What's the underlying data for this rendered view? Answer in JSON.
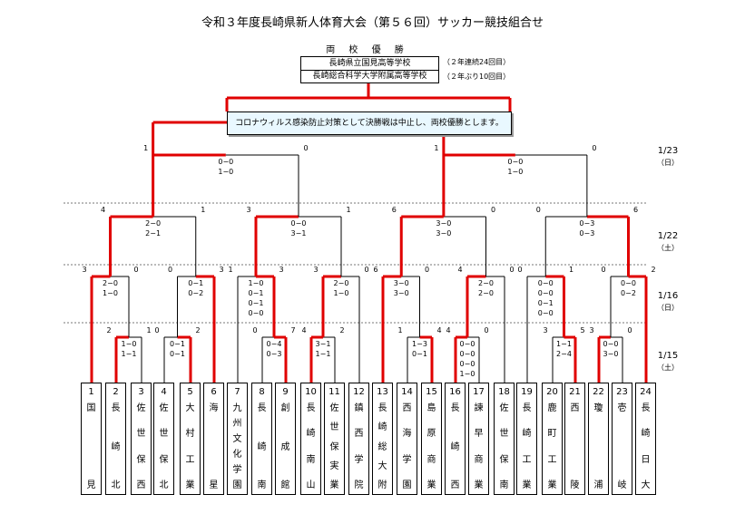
{
  "title": "令和３年度長崎県新人体育大会（第５６回）サッカー競技組合せ",
  "champions": {
    "heading": "両 校 優 勝",
    "teams": [
      {
        "name": "長崎県立国見高等学校",
        "note": "（２年連続24回目）"
      },
      {
        "name": "長崎総合科学大学附属高等学校",
        "note": "（２年ぶり10回目）"
      }
    ]
  },
  "notice": "コロナウィルス感染防止対策として決勝戦は中止し、両校優勝とします。",
  "colors": {
    "winner_line": "#e00000",
    "notice_bg": "#e9f8ff"
  },
  "dates": [
    {
      "date": "1/23",
      "day": "（日）"
    },
    {
      "date": "1/22",
      "day": "（土）"
    },
    {
      "date": "1/16",
      "day": "（日）"
    },
    {
      "date": "1/15",
      "day": "（土）"
    }
  ],
  "teams": [
    {
      "num": "1",
      "name": "国見"
    },
    {
      "num": "2",
      "name": "長崎北"
    },
    {
      "num": "3",
      "name": "佐世保西"
    },
    {
      "num": "4",
      "name": "佐世保北"
    },
    {
      "num": "5",
      "name": "大村工業"
    },
    {
      "num": "6",
      "name": "海星"
    },
    {
      "num": "7",
      "name": "九州文化学園"
    },
    {
      "num": "8",
      "name": "長崎南"
    },
    {
      "num": "9",
      "name": "創成館"
    },
    {
      "num": "10",
      "name": "長崎南山"
    },
    {
      "num": "11",
      "name": "佐世保実業"
    },
    {
      "num": "12",
      "name": "鎮西学院"
    },
    {
      "num": "13",
      "name": "長崎総大附"
    },
    {
      "num": "14",
      "name": "西海学園"
    },
    {
      "num": "15",
      "name": "島原商業"
    },
    {
      "num": "16",
      "name": "長崎西"
    },
    {
      "num": "17",
      "name": "諫早商業"
    },
    {
      "num": "18",
      "name": "佐世保南"
    },
    {
      "num": "19",
      "name": "長崎工業"
    },
    {
      "num": "20",
      "name": "鹿町工業"
    },
    {
      "num": "21",
      "name": "西陵"
    },
    {
      "num": "22",
      "name": "瓊浦"
    },
    {
      "num": "23",
      "name": "壱岐"
    },
    {
      "num": "24",
      "name": "長崎日大"
    }
  ],
  "scores": {
    "r1": [
      {
        "l": "2",
        "r": "1",
        "detail": [
          "1−0",
          "1−1"
        ]
      },
      {
        "l": "0",
        "r": "2",
        "detail": [
          "0−1",
          "0−1"
        ]
      },
      {
        "l": "0",
        "r": "7",
        "detail": [
          "0−4",
          "0−3"
        ]
      },
      {
        "l": "4",
        "r": "2",
        "detail": [
          "3−1",
          "1−1"
        ]
      },
      {
        "l": "1",
        "r": "4",
        "detail": [
          "1−3",
          "0−1"
        ]
      },
      {
        "l": "4",
        "r": "0",
        "detail": [
          "0−0",
          "0−0",
          "0−0",
          "1−0"
        ]
      },
      {
        "l": "3",
        "r": "5",
        "detail": [
          "1−1",
          "2−4"
        ]
      },
      {
        "l": "3",
        "r": "0",
        "detail": [
          "0−0",
          "3−0"
        ]
      }
    ],
    "r2": [
      {
        "l": "3",
        "r": "0",
        "detail": [
          "2−0",
          "1−0"
        ]
      },
      {
        "l": "0",
        "r": "3",
        "detail": [
          "0−1",
          "0−2"
        ]
      },
      {
        "l": "1",
        "r": "3",
        "detail": [
          "1−0",
          "0−1",
          "0−1",
          "0−0"
        ]
      },
      {
        "l": "3",
        "r": "0",
        "detail": [
          "2−0",
          "1−0"
        ]
      },
      {
        "l": "6",
        "r": "0",
        "detail": [
          "3−0",
          "3−0"
        ]
      },
      {
        "l": "4",
        "r": "0",
        "detail": [
          "2−0",
          "2−0"
        ]
      },
      {
        "l": "0",
        "r": "1",
        "detail": [
          "0−0",
          "0−0",
          "0−1",
          "0−0"
        ]
      },
      {
        "l": "0",
        "r": "2",
        "detail": [
          "0−0",
          "0−2"
        ]
      }
    ],
    "r3": [
      {
        "l": "4",
        "r": "1",
        "detail": [
          "2−0",
          "2−1"
        ]
      },
      {
        "l": "3",
        "r": "1",
        "detail": [
          "0−0",
          "3−1"
        ]
      },
      {
        "l": "6",
        "r": "0",
        "detail": [
          "3−0",
          "3−0"
        ]
      },
      {
        "l": "0",
        "r": "6",
        "detail": [
          "0−3",
          "0−3"
        ]
      }
    ],
    "r4": [
      {
        "l": "1",
        "r": "0",
        "detail": [
          "0−0",
          "1−0"
        ]
      },
      {
        "l": "1",
        "r": "0",
        "detail": [
          "0−0",
          "1−0"
        ]
      }
    ]
  }
}
